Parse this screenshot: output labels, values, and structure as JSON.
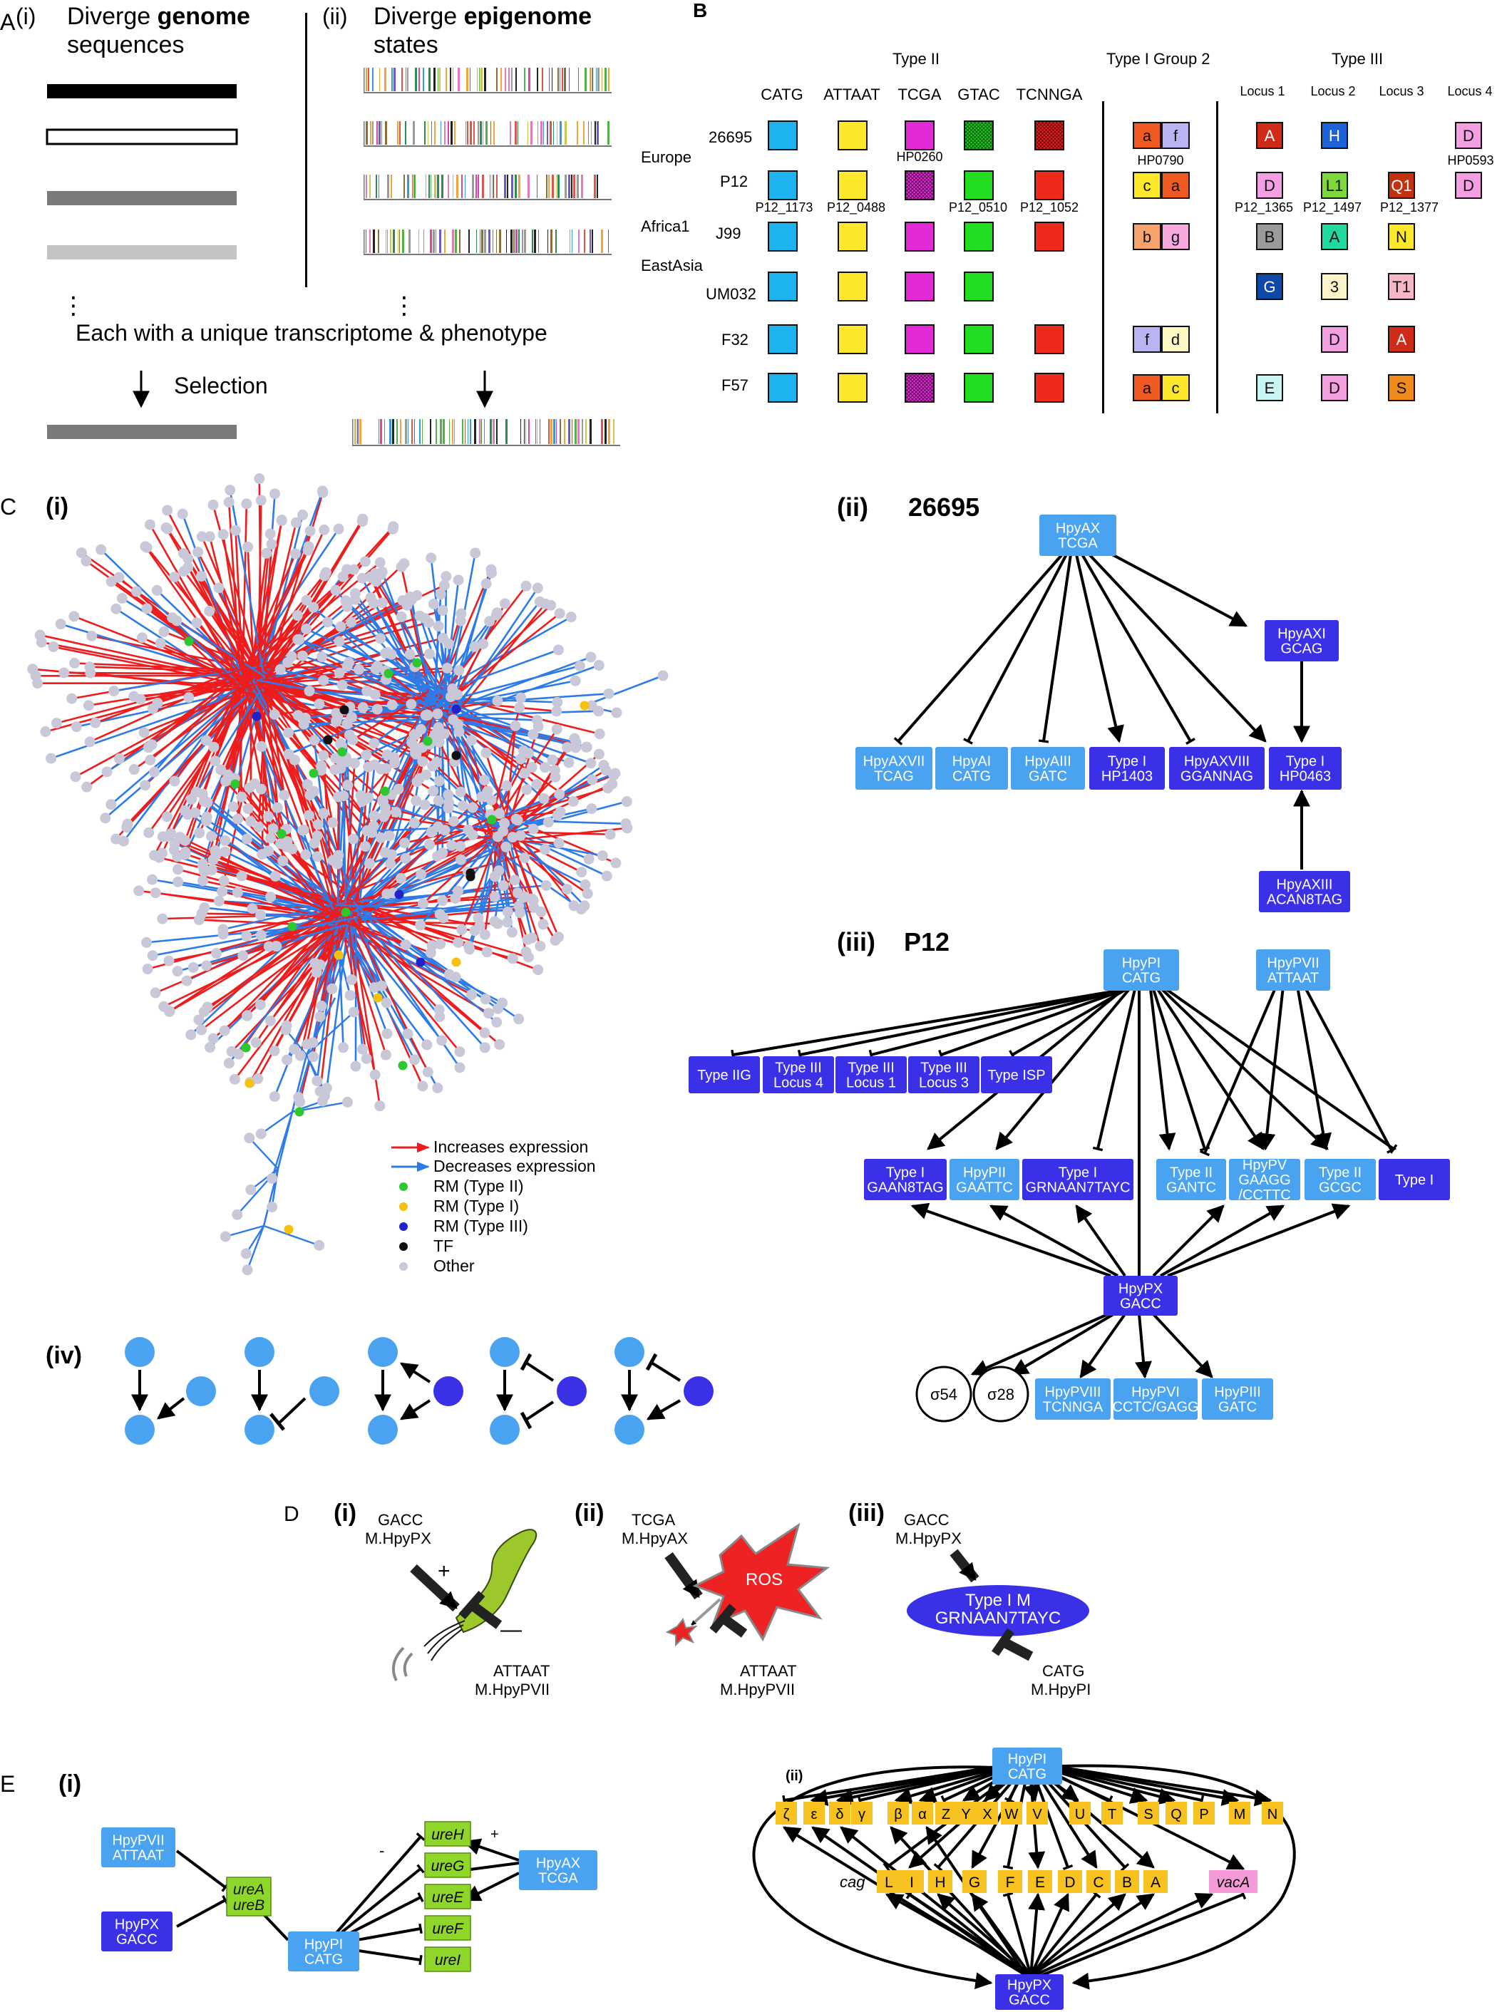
{
  "colors": {
    "light_blue": "#4aa3f0",
    "dark_blue": "#3a30e8",
    "increase": "#ee1c1c",
    "decrease": "#2d7be8",
    "rm2": "#2dc82d",
    "rm1": "#f4c20d",
    "rm3": "#2222cc",
    "tf": "#111111",
    "other": "#c8c8d8",
    "ure_green": "#8ed62a",
    "cag_yellow": "#f7c21f",
    "vac_pink": "#f49ad8",
    "ros": "#ee2222"
  },
  "panelA": {
    "letter": "A",
    "i_label": "(i)",
    "i_title_pre": "Diverge ",
    "i_title_bold": "genome",
    "i_title_line2": "sequences",
    "ii_label": "(ii)",
    "ii_title_pre": "Diverge ",
    "ii_title_bold": "epigenome",
    "ii_title_line2": "states",
    "caption": "Each with a unique transcriptome & phenotype",
    "selection": "Selection"
  },
  "panelB": {
    "letter": "B",
    "groups": [
      "Type II",
      "Type I Group 2",
      "Type III"
    ],
    "motifs": [
      "CATG",
      "ATTAAT",
      "TCGA",
      "GTAC",
      "TCNNGA"
    ],
    "loci": [
      "Locus 1",
      "Locus 2",
      "Locus 3",
      "Locus 4"
    ],
    "regions": [
      "Europe",
      "Africa1",
      "EastAsia"
    ],
    "strains": [
      "26695",
      "P12",
      "J99",
      "UM032",
      "F32",
      "F57"
    ],
    "annotations": [
      "HP0260",
      "HP0790",
      "HP0593",
      "P12_1173",
      "P12_0488",
      "P12_0510",
      "P12_1052",
      "P12_1365",
      "P12_1497",
      "P12_1377"
    ],
    "cells": {
      "a": "a",
      "f": "f",
      "c": "c",
      "b": "b",
      "g": "g",
      "d": "d",
      "A": "A",
      "H": "H",
      "D": "D",
      "L1": "L1",
      "Q1": "Q1",
      "B": "B",
      "N": "N",
      "G": "G",
      "n3": "3",
      "T1": "T1",
      "E": "E",
      "S": "S"
    }
  },
  "panelC": {
    "letter": "C",
    "i_label": "(i)",
    "ii_label": "(ii)",
    "ii_strain": "26695",
    "iii_label": "(iii)",
    "iii_strain": "P12",
    "iv_label": "(iv)",
    "legend": [
      "Increases expression",
      "Decreases expression",
      "RM (Type II)",
      "RM (Type I)",
      "RM (Type III)",
      "TF",
      "Other"
    ],
    "ii_nodes": {
      "hpyax": [
        "HpyAX",
        "TCGA"
      ],
      "hpyaxi": [
        "HpyAXI",
        "GCAG"
      ],
      "hpyaxvii": [
        "HpyAXVII",
        "TCAG"
      ],
      "hpyai": [
        "HpyAI",
        "CATG"
      ],
      "hpyaiii": [
        "HpyAIII",
        "GATC"
      ],
      "t1403": [
        "Type I",
        "HP1403"
      ],
      "hpyaxviii": [
        "HpyAXVIII",
        "GGANNAG"
      ],
      "t0463": [
        "Type I",
        "HP0463"
      ],
      "hpyaxiii": [
        "HpyAXIII",
        "ACAN8TAG"
      ]
    },
    "iii_nodes": {
      "hpypi": [
        "HpyPI",
        "CATG"
      ],
      "hpypvii": [
        "HpyPVII",
        "ATTAAT"
      ],
      "t2g": [
        "Type IIG"
      ],
      "l4": [
        "Type III",
        "Locus 4"
      ],
      "l1": [
        "Type III",
        "Locus  1"
      ],
      "l3": [
        "Type III",
        "Locus 3"
      ],
      "isp": [
        "Type ISP"
      ],
      "gaan": [
        "Type I",
        "GAAN8TAG"
      ],
      "hpypii": [
        "HpyPII",
        "GAATTC"
      ],
      "grn": [
        "Type I",
        "GRNAAN7TAYC"
      ],
      "gantc": [
        "Type II",
        "GANTC"
      ],
      "hpypv": [
        "HpyPV",
        "GAAGG",
        "/CCTTC"
      ],
      "gcgc": [
        "Type II",
        "GCGC"
      ],
      "t1": [
        "Type I"
      ],
      "hpypx": [
        "HpyPX",
        "GACC"
      ],
      "s54": "σ54",
      "s28": "σ28",
      "hpypviii": [
        "HpyPVIII",
        "TCNNGA"
      ],
      "hpypvi": [
        "HpyPVI",
        "CCTC/GAGG"
      ],
      "hpypiii": [
        "HpyPIII",
        "GATC"
      ]
    }
  },
  "panelD": {
    "letter": "D",
    "i_label": "(i)",
    "ii_label": "(ii)",
    "iii_label": "(iii)",
    "i_top": [
      "GACC",
      "M.HpyPX"
    ],
    "i_bottom": [
      "ATTAAT",
      "M.HpyPVII"
    ],
    "plus": "+",
    "minus": "—",
    "ii_top": [
      "TCGA",
      "M.HpyAX"
    ],
    "ros": "ROS",
    "ii_bottom": [
      "ATTAAT",
      "M.HpyPVII"
    ],
    "iii_top": [
      "GACC",
      "M.HpyPX"
    ],
    "ellipse": [
      "Type I M",
      "GRNAAN7TAYC"
    ],
    "iii_bottom": [
      "CATG",
      "M.HpyPI"
    ]
  },
  "panelE": {
    "letter": "E",
    "i_label": "(i)",
    "ii_label": "(ii)",
    "hpypvii": [
      "HpyPVII",
      "ATTAAT"
    ],
    "hpypx": [
      "HpyPX",
      "GACC"
    ],
    "ureab": [
      "ureA",
      "ureB"
    ],
    "hpypi": [
      "HpyPI",
      "CATG"
    ],
    "ures": [
      "ureH",
      "ureG",
      "ureE",
      "ureF",
      "ureI"
    ],
    "hpyax": [
      "HpyAX",
      "TCGA"
    ],
    "plus": "+",
    "minus": "-",
    "top_genes": [
      "ζ",
      "ε",
      "δ",
      "γ",
      "β",
      "α",
      "Z",
      "Y",
      "X",
      "W",
      "V",
      "U",
      "T",
      "S",
      "Q",
      "P",
      "M",
      "N"
    ],
    "cag": "cag",
    "cag_genes": [
      "L",
      "I",
      "H",
      "G",
      "F",
      "E",
      "D",
      "C",
      "B",
      "A"
    ],
    "vaca": "vacA"
  }
}
